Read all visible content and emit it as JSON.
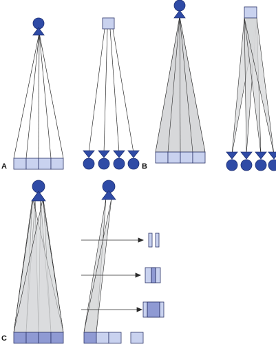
{
  "figure": {
    "panel_labels": [
      "A",
      "B",
      "C"
    ],
    "colors": {
      "source_fill": "#2f4ba6",
      "source_stroke": "#1d2f73",
      "detector_fill": "#c9d2ef",
      "detector_dark": "#8f9ad3",
      "detector_stroke": "#2a3268",
      "beam_fill": "#d7d8da",
      "line": "#2b2b2b"
    },
    "icons": [
      "focal-spot-icon",
      "detector-element-icon",
      "arrow-icon"
    ]
  }
}
